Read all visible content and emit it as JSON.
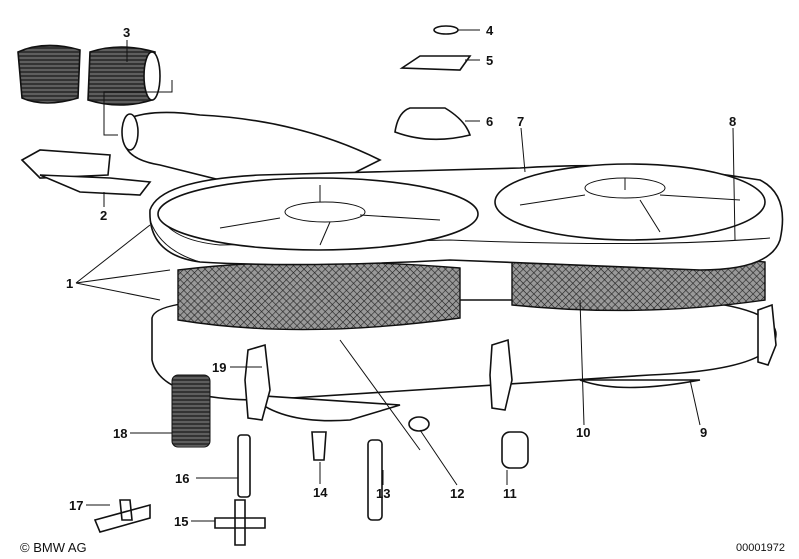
{
  "diagram": {
    "part_labels": [
      "1",
      "2",
      "3",
      "4",
      "5",
      "6",
      "7",
      "8",
      "9",
      "10",
      "11",
      "12",
      "13",
      "14",
      "15",
      "16",
      "17",
      "18",
      "19"
    ]
  },
  "footer": {
    "copyright": "© BMW AG",
    "diagram_code": "00001972"
  }
}
